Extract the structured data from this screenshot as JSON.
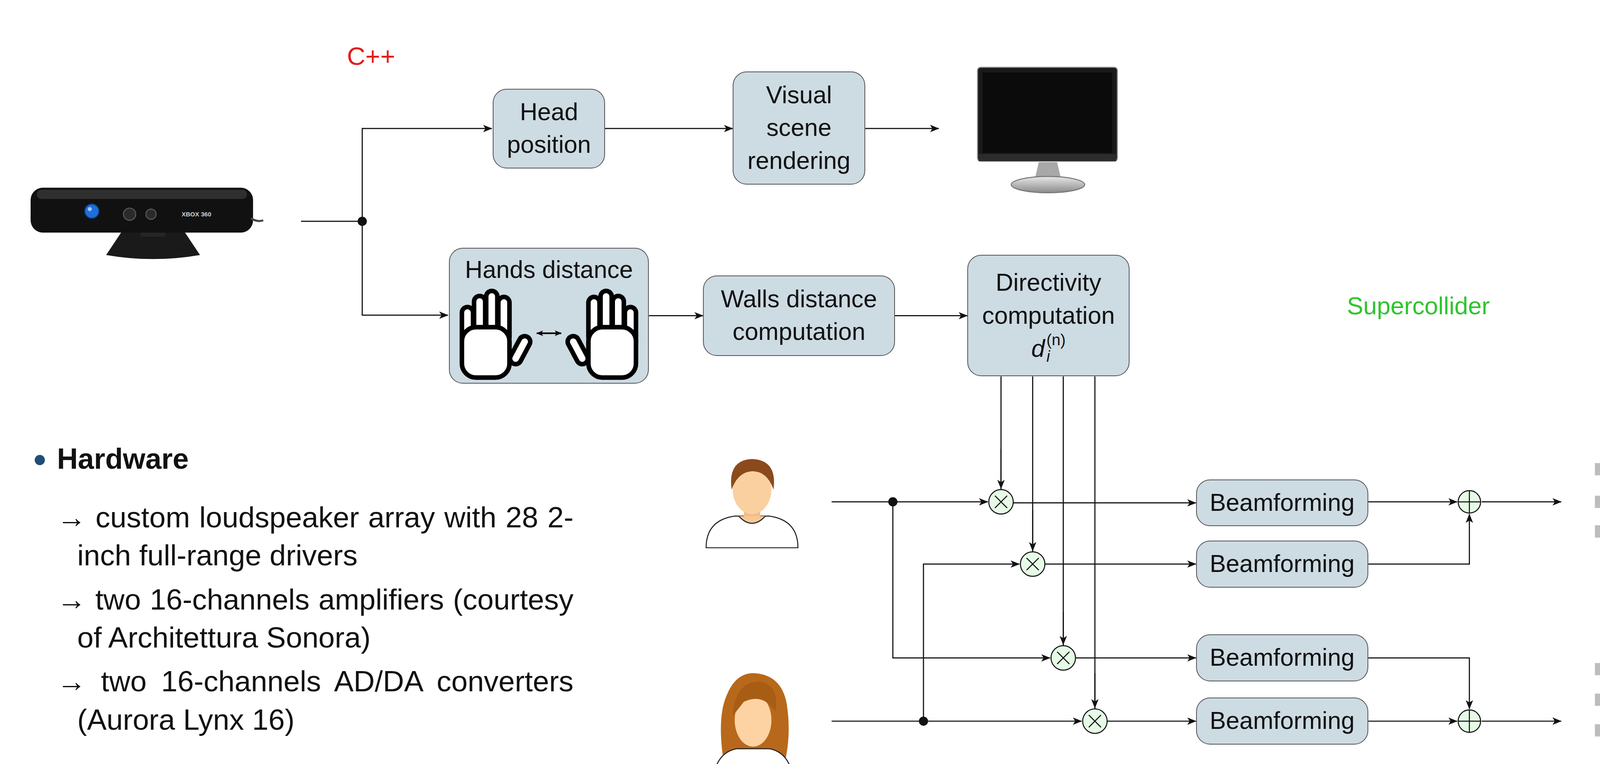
{
  "diagram": {
    "nodes": [
      {
        "text": [
          "C++"
        ]
      },
      {
        "text": [
          "Head position"
        ],
        "in": 0
      },
      {
        "text": [
          "Visual scene rendering"
        ],
        "in": 0
      },
      {
        "text": [
          "Hands distance"
        ],
        "in": 0
      },
      {
        "text": [
          "Walls distance computation"
        ],
        "in": 0
      },
      {
        "text": [
          "Supercollider"
        ]
      },
      {
        "text": [
          "Directivity computation",
          "d",
          "i",
          "(n)"
        ],
        "in": 5
      },
      {
        "text": [
          "Beamforming"
        ],
        "in": 5
      },
      {
        "text": [
          "Beamforming"
        ],
        "in": 5
      },
      {
        "text": [
          "Beamforming"
        ],
        "in": 5
      },
      {
        "text": [
          "Beamforming"
        ],
        "in": 5
      },
      {
        "text": [
          "Hardware",
          "→ custom loudspeaker array with 28 2-inch full-range drivers",
          "→ two 16-channels amplifiers (courtesy of Architettura Sonora)",
          "→ two 16-channels AD/DA converters (Aurora Lynx 16)"
        ]
      }
    ],
    "edges": [
      {
        "from": 1,
        "to": 2,
        "arrow": "to"
      },
      {
        "from": 3,
        "to": 4,
        "arrow": "to"
      },
      {
        "from": 4,
        "to": 6,
        "arrow": "to"
      },
      {
        "from": 6,
        "to": 7,
        "arrow": "to"
      },
      {
        "from": 6,
        "to": 8,
        "arrow": "to"
      },
      {
        "from": 6,
        "to": 9,
        "arrow": "to"
      },
      {
        "from": 6,
        "to": 10,
        "arrow": "to"
      }
    ],
    "labels": [
      "XBOX 360"
    ]
  }
}
